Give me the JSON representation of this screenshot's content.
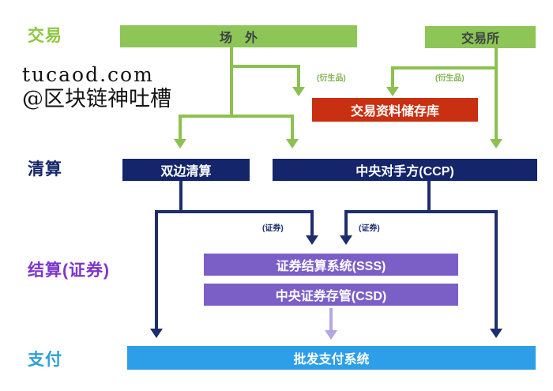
{
  "watermark": {
    "line1": "tucaod.com",
    "line2": "@区块链神吐槽"
  },
  "row_labels": {
    "trading": "交易",
    "clearing": "清算",
    "settlement": "结算(证券)",
    "payment": "支付"
  },
  "nodes": {
    "otc": {
      "label": "场　外"
    },
    "exchange": {
      "label": "交易所"
    },
    "repository": {
      "label": "交易资料储存库"
    },
    "bilateral": {
      "label": "双边清算"
    },
    "ccp": {
      "label": "中央对手方(CCP)"
    },
    "sss": {
      "label": "证券结算系统(SSS)"
    },
    "csd": {
      "label": "中央证券存管(CSD)"
    },
    "wholesale": {
      "label": "批发支付系统"
    }
  },
  "edge_labels": {
    "derivatives_left": "(衍生品)",
    "derivatives_right": "(衍生品)",
    "securities_left": "(证券)",
    "securities_right": "(证券)"
  },
  "colors": {
    "green_box": "#8dc556",
    "green_line": "#8cc152",
    "green_label": "#8dc63f",
    "red_box": "#c93012",
    "navy_box": "#15256b",
    "navy_line": "#1d2e6f",
    "navy_label": "#16266b",
    "purple_box": "#7c5fc6",
    "purple_label": "#7c35cc",
    "blue_box": "#2d9fe8",
    "blue_label": "#2f9fd8",
    "lavender_arrow": "#b6a6e2"
  }
}
